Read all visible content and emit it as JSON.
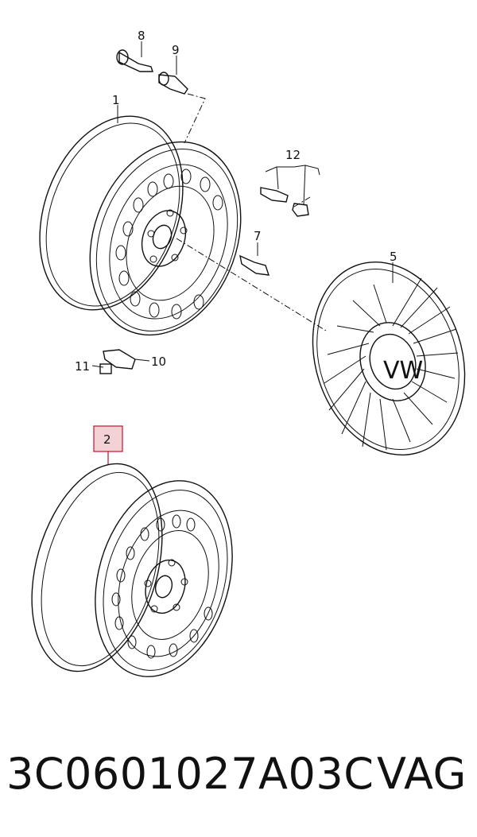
{
  "diagram": {
    "callouts": {
      "c1": "1",
      "c2": "2",
      "c5": "5",
      "c7": "7",
      "c8": "8",
      "c9": "9",
      "c10": "10",
      "c11": "11",
      "c12": "12"
    },
    "highlighted_callout": "2",
    "highlight_color": "#c8102e"
  },
  "footer": {
    "part_number": "3C0601027A03C",
    "brand": "VAG"
  }
}
